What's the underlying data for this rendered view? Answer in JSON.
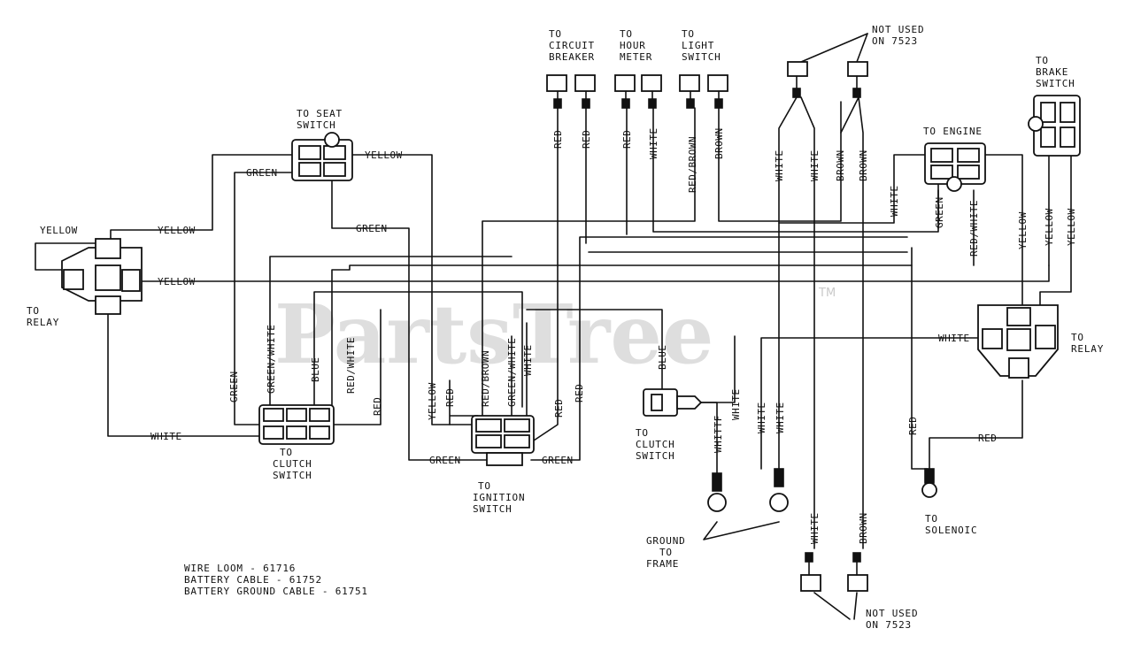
{
  "watermark": {
    "text": "PartsTree",
    "tm": "TM"
  },
  "notes": {
    "line1": "WIRE LOOM - 61716",
    "line2": "BATTERY CABLE - 61752",
    "line3": "BATTERY GROUND CABLE - 61751"
  },
  "components": {
    "seat_switch": {
      "l1": "TO SEAT",
      "l2": "SWITCH"
    },
    "relay_left": {
      "l1": "TO",
      "l2": "RELAY"
    },
    "relay_right": {
      "l1": "TO",
      "l2": "RELAY"
    },
    "clutch_switch_left": {
      "l1": "TO",
      "l2": "CLUTCH",
      "l3": "SWITCH"
    },
    "ignition_switch": {
      "l1": "TO",
      "l2": "IGNITION",
      "l3": "SWITCH"
    },
    "clutch_switch_mid": {
      "l1": "TO",
      "l2": "CLUTCH",
      "l3": "SWITCH"
    },
    "circuit_breaker": {
      "l1": "TO",
      "l2": "CIRCUIT",
      "l3": "BREAKER"
    },
    "hour_meter": {
      "l1": "TO",
      "l2": "HOUR",
      "l3": "METER"
    },
    "light_switch": {
      "l1": "TO",
      "l2": "LIGHT",
      "l3": "SWITCH"
    },
    "not_used_top": {
      "l1": "NOT USED",
      "l2": "ON 7523"
    },
    "not_used_bottom": {
      "l1": "NOT USED",
      "l2": "ON 7523"
    },
    "engine": {
      "l1": "TO ENGINE"
    },
    "brake_switch": {
      "l1": "TO",
      "l2": "BRAKE",
      "l3": "SWITCH"
    },
    "ground": {
      "l1": "GROUND",
      "l2": "TO",
      "l3": "FRAME"
    },
    "solenoid": {
      "l1": "TO",
      "l2": "SOLENOIC"
    }
  },
  "wire_labels": {
    "yellow": "YELLOW",
    "green": "GREEN",
    "white": "WHITE",
    "red": "RED",
    "blue": "BLUE",
    "brown": "BROWN",
    "green_white": "GREEN/WHITE",
    "red_white": "RED/WHITE",
    "red_brown": "RED/BROWN",
    "white_misprint": "WHITTF"
  }
}
